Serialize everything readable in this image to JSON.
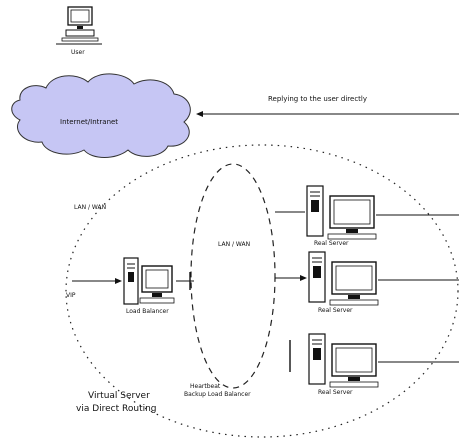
{
  "diagram": {
    "user_label": "User",
    "cloud_label": "Internet/Intranet",
    "reply_label": "Replying to the user directly",
    "load_balancer_label": "Load Balancer",
    "lan_label": "LAN / WAN",
    "vip_label": "VIP",
    "lan_top_label": "LAN / WAN",
    "heartbeat_label": "Heartbeat",
    "backup_label": "Backup Load Balancer",
    "real_servers": [
      "Real Server",
      "Real Server",
      "Real Server"
    ],
    "title_line1": "Virtual Server",
    "title_line2": "via Direct Routing"
  },
  "colors": {
    "cloud_fill": "#c6c6f4",
    "screen_fill": "#ffffff",
    "stroke": "#111111"
  }
}
